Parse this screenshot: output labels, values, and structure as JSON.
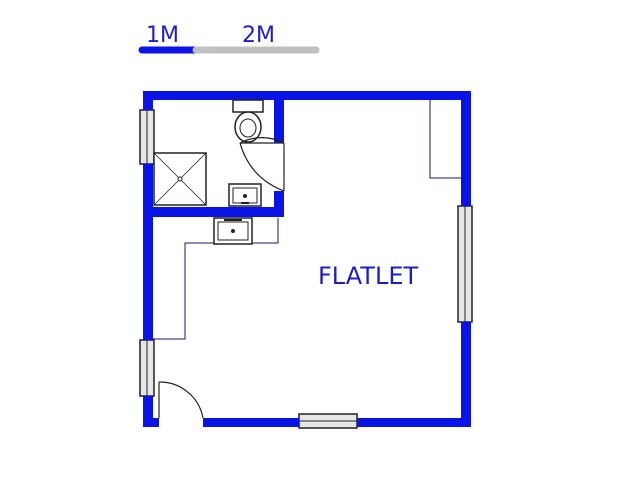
{
  "scale_bar": {
    "label_1": "1M",
    "label_2": "2M"
  },
  "room": {
    "name": "FLATLET"
  },
  "colors": {
    "wall": "#0a14e6",
    "fixture_line": "#1a1a6e",
    "scale_blue": "#0a14e6",
    "scale_gray": "#c0c0c0",
    "label": "#1c1ccc",
    "window_fill": "#e6e6e6"
  },
  "icons": {
    "toilet": "toilet-icon",
    "shower": "shower-icon",
    "basin": "basin-icon",
    "kitchen_sink": "sink-icon",
    "door": "door-swing-icon",
    "window": "window-icon"
  }
}
